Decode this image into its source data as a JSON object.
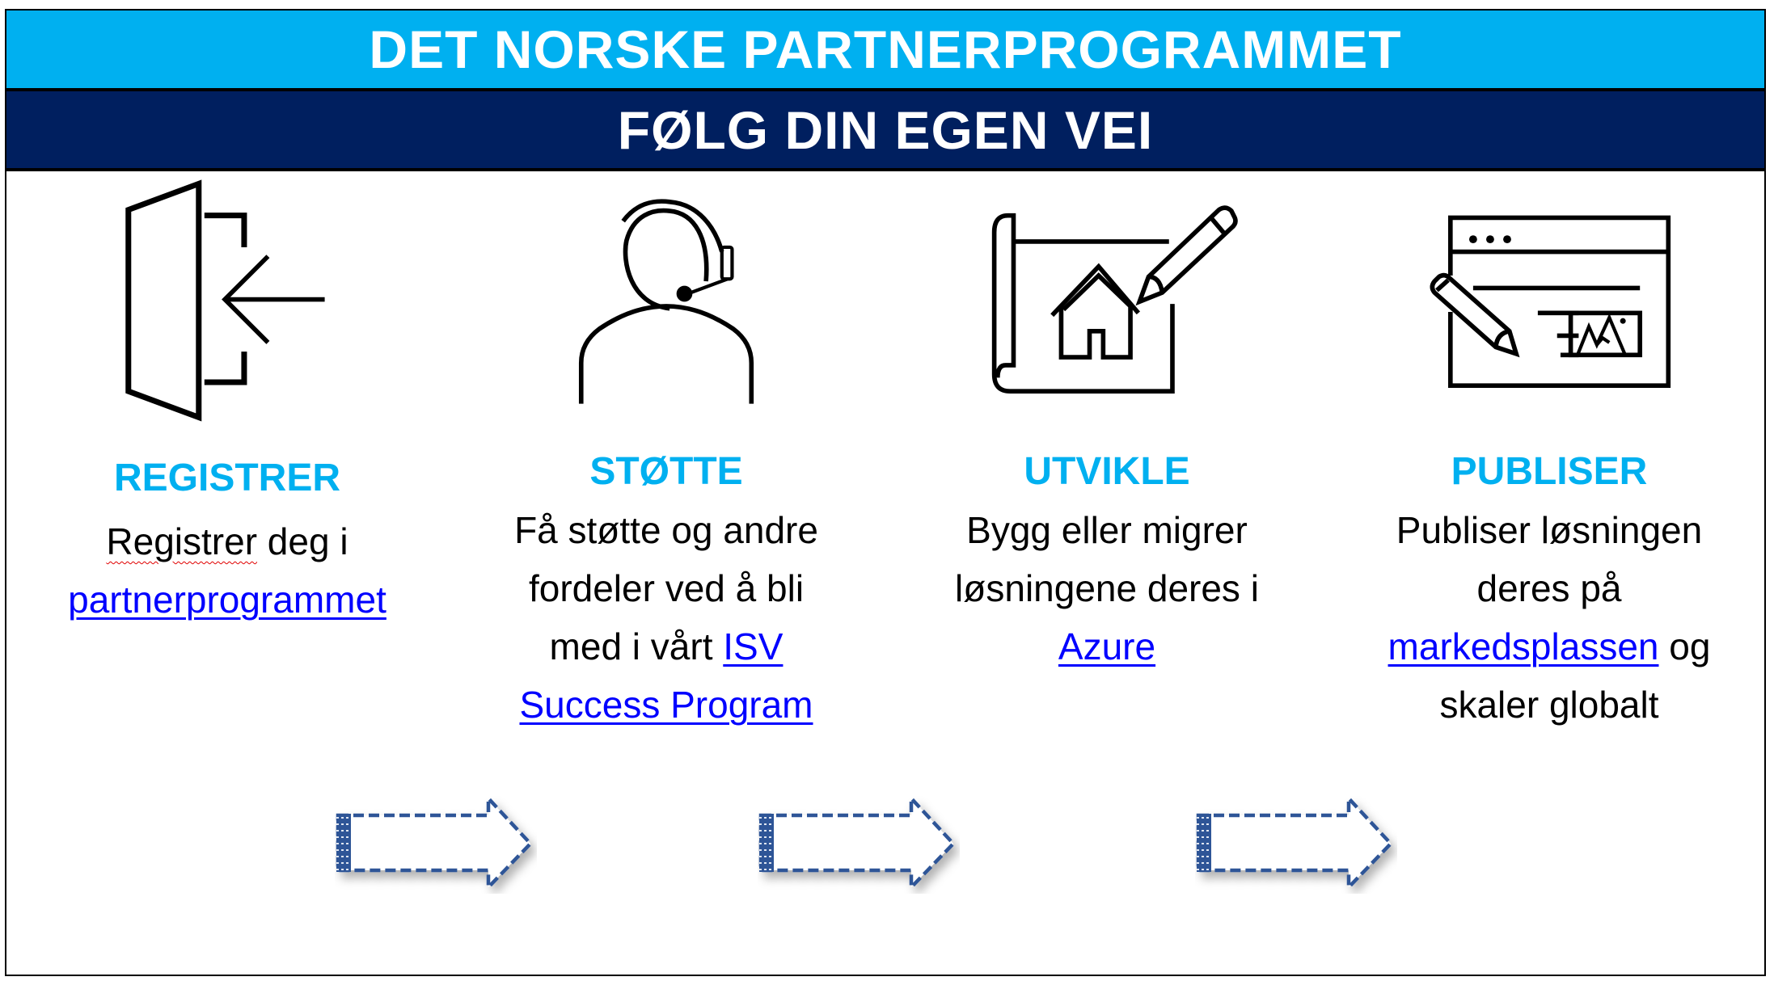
{
  "header": {
    "title": "DET NORSKE PARTNERPROGRAMMET",
    "subtitle": "FØLG DIN EGEN VEI"
  },
  "columns": [
    {
      "icon": "door-enter-icon",
      "title": "REGISTRER",
      "l1": "Registrer deg i",
      "l1_spell": "Registrer",
      "l1_rest": " deg i",
      "link": "partnerprogrammet"
    },
    {
      "icon": "headset-support-icon",
      "title": "STØTTE",
      "l1": "Få støtte og andre",
      "l2": "fordeler ved å bli",
      "l3": "med i vårt ",
      "link_a": "ISV",
      "link_b": "Success Program"
    },
    {
      "icon": "blueprint-pencil-icon",
      "title": "UTVIKLE",
      "l1": "Bygg eller migrer",
      "l2": "løsningene deres i",
      "link": "Azure"
    },
    {
      "icon": "web-publish-icon",
      "title": "PUBLISER",
      "l1": "Publiser løsningen",
      "l2": "deres på",
      "link": "markedsplassen",
      "l3_rest": " og",
      "l4": "skaler globalt"
    }
  ],
  "colors": {
    "cyan": "#00b0f0",
    "navy": "#001f5f",
    "arrow": "#2f5597",
    "link": "#0000ff"
  }
}
